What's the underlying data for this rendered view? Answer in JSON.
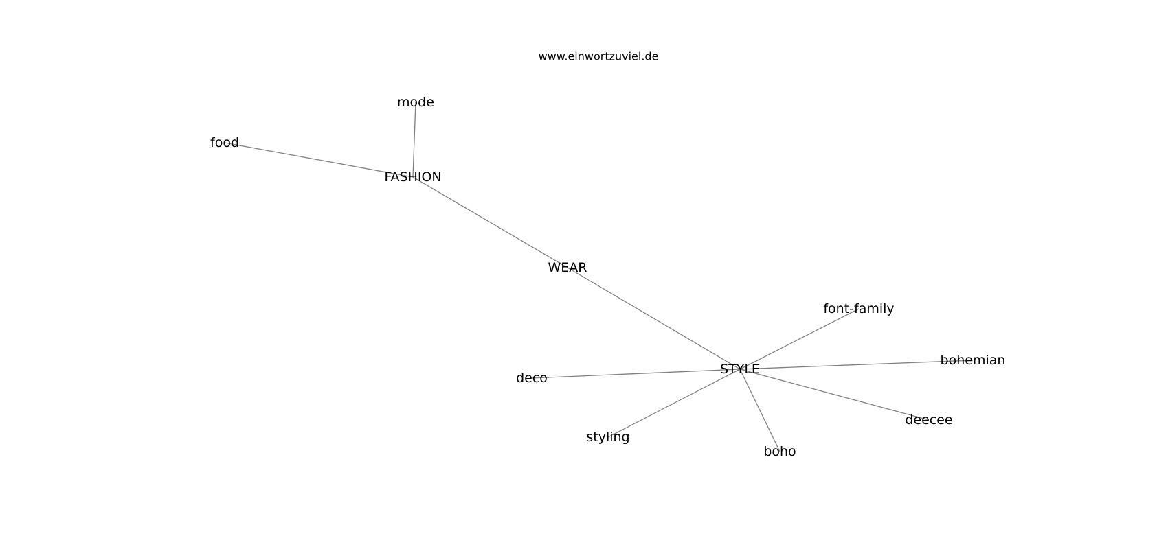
{
  "header": {
    "site": "www.einwortzuviel.de"
  },
  "graph": {
    "edge_color": "#808080",
    "nodes": [
      {
        "id": "mode",
        "label": "mode"
      },
      {
        "id": "food",
        "label": "food"
      },
      {
        "id": "fashion",
        "label": "FASHION"
      },
      {
        "id": "wear",
        "label": "WEAR"
      },
      {
        "id": "font-family",
        "label": "font-family"
      },
      {
        "id": "bohemian",
        "label": "bohemian"
      },
      {
        "id": "style",
        "label": "STYLE"
      },
      {
        "id": "deco",
        "label": "deco"
      },
      {
        "id": "deecee",
        "label": "deecee"
      },
      {
        "id": "styling",
        "label": "styling"
      },
      {
        "id": "boho",
        "label": "boho"
      }
    ],
    "edges": [
      [
        "fashion",
        "mode"
      ],
      [
        "fashion",
        "food"
      ],
      [
        "fashion",
        "wear"
      ],
      [
        "wear",
        "style"
      ],
      [
        "style",
        "font-family"
      ],
      [
        "style",
        "bohemian"
      ],
      [
        "style",
        "deco"
      ],
      [
        "style",
        "deecee"
      ],
      [
        "style",
        "styling"
      ],
      [
        "style",
        "boho"
      ]
    ]
  }
}
